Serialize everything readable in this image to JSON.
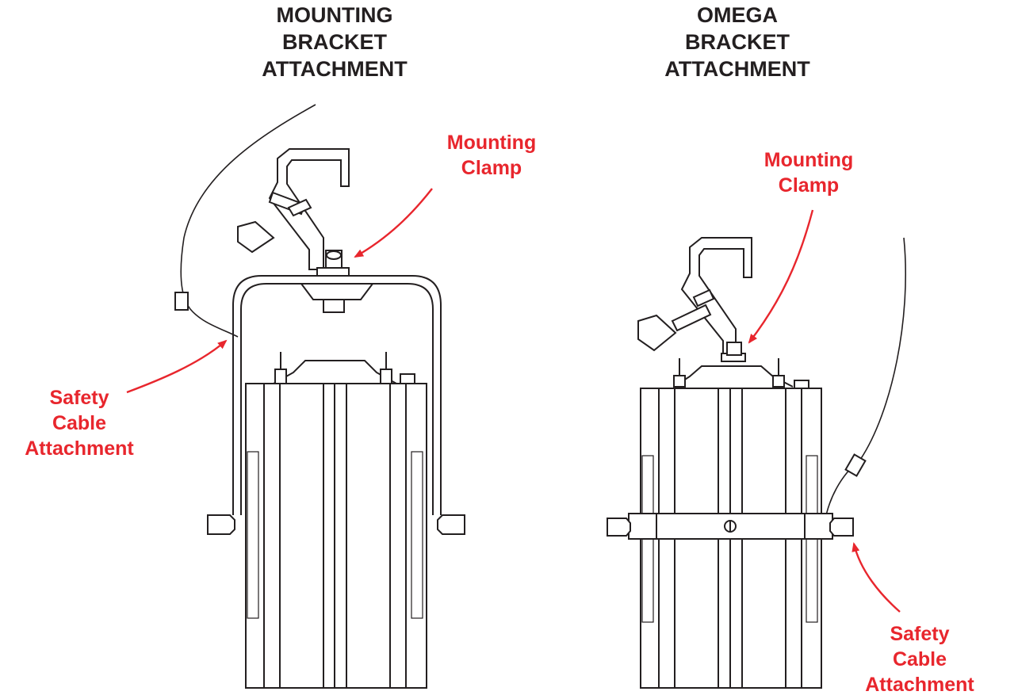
{
  "left": {
    "title": [
      "MOUNTING",
      "BRACKET",
      "ATTACHMENT"
    ],
    "clamp_label": [
      "Mounting",
      "Clamp"
    ],
    "cable_label": [
      "Safety",
      "Cable",
      "Attachment"
    ]
  },
  "right": {
    "title": [
      "OMEGA",
      "BRACKET",
      "ATTACHMENT"
    ],
    "clamp_label": [
      "Mounting",
      "Clamp"
    ],
    "cable_label": [
      "Safety",
      "Cable",
      "Attachment"
    ]
  },
  "colors": {
    "line": "#231f20",
    "callout": "#e8262d"
  }
}
